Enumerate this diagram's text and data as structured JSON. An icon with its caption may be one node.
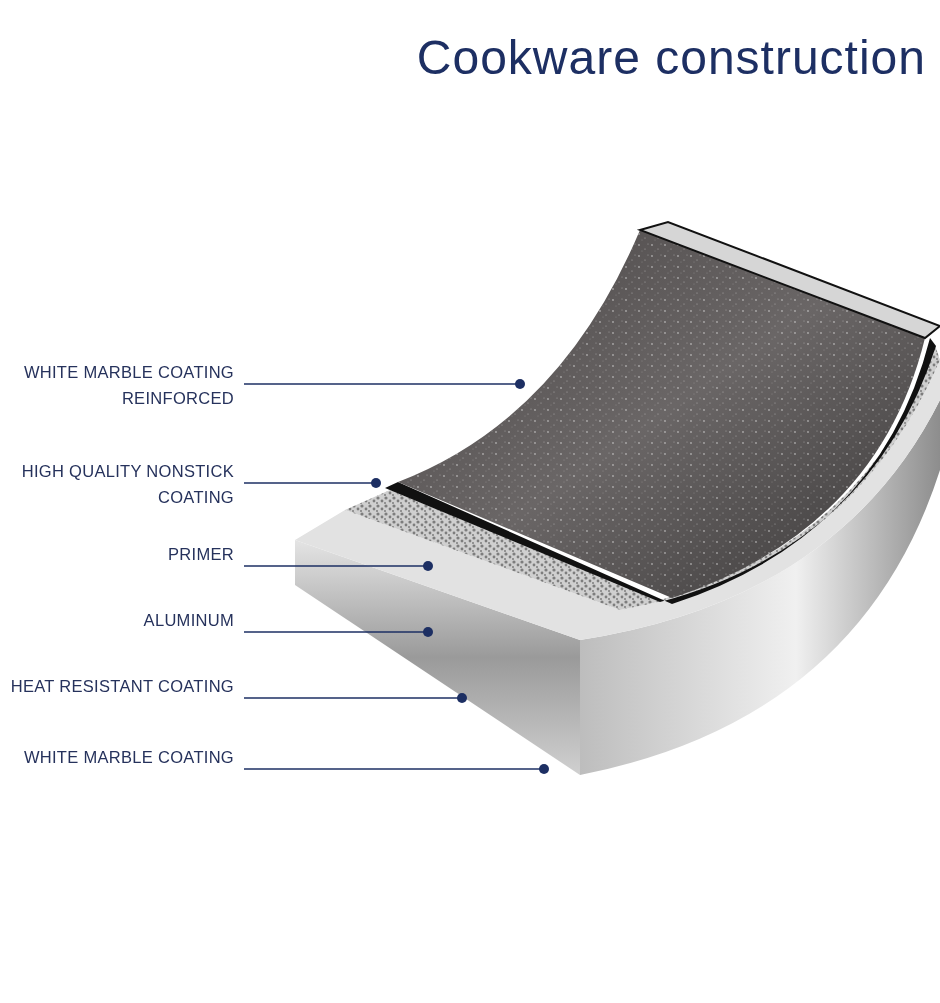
{
  "diagram": {
    "title": "Cookware construction",
    "nodes": [
      {
        "text": [
          "WHITE MARBLE COATING REINFORCED"
        ]
      },
      {
        "text": [
          "HIGH QUALITY NONSTICK COATING"
        ]
      },
      {
        "text": [
          "PRIMER"
        ]
      },
      {
        "text": [
          "ALUMINUM"
        ]
      },
      {
        "text": [
          "HEAT RESISTANT COATING"
        ]
      },
      {
        "text": [
          "WHITE MARBLE COATING"
        ]
      }
    ],
    "edges": [
      {
        "from": 0,
        "to": null,
        "arrow": "other"
      },
      {
        "from": 1,
        "to": null,
        "arrow": "other"
      },
      {
        "from": 2,
        "to": null,
        "arrow": "other"
      },
      {
        "from": 3,
        "to": null,
        "arrow": "other"
      },
      {
        "from": 4,
        "to": null,
        "arrow": "other"
      },
      {
        "from": 5,
        "to": null,
        "arrow": "other"
      }
    ]
  }
}
